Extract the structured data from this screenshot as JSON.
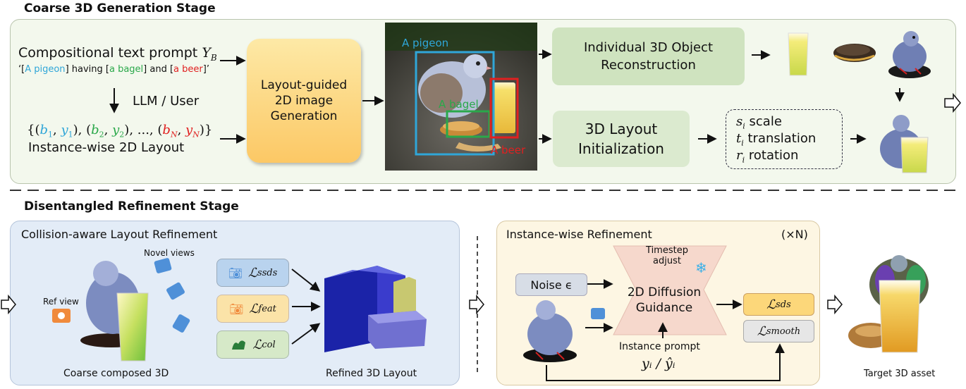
{
  "top_stage": {
    "title": "Coarse 3D Generation Stage",
    "prompt_title": "Compositional text prompt",
    "prompt_var": "Y",
    "prompt_var_sub": "B",
    "prompt_example": {
      "open": "‘[",
      "pigeon": "A pigeon",
      "mid1": "] having [",
      "bagel": "a bagel",
      "mid2": "] and [",
      "beer": "a beer",
      "close": "]’"
    },
    "llm_label": "LLM / User",
    "layout_set": "{(b₁, y₁), (b₂, y₂), ..., (b_N, y_N)}",
    "layout_label": "Instance-wise 2D Layout",
    "generation_box": [
      "Layout-guided",
      "2D image",
      "Generation"
    ],
    "image_labels": {
      "pigeon": "A pigeon",
      "bagel": "A bagel",
      "beer": "A beer"
    },
    "reconstruction_box": [
      "Individual 3D Object",
      "Reconstruction"
    ],
    "layout_init_box": [
      "3D Layout",
      "Initialization"
    ],
    "params": [
      {
        "sym": "s",
        "sub": "i",
        "label": "scale"
      },
      {
        "sym": "t",
        "sub": "i",
        "label": "translation"
      },
      {
        "sym": "r",
        "sub": "i",
        "label": "rotation"
      }
    ]
  },
  "bottom_stage": {
    "title": "Disentangled Refinement Stage",
    "collision": {
      "title": "Collision-aware Layout Refinement",
      "novel_views": "Novel views",
      "ref_view": "Ref view",
      "coarse_caption": "Coarse composed 3D",
      "losses": [
        {
          "sym": "ℒ",
          "sub": "ssds"
        },
        {
          "sym": "ℒ",
          "sub": "feat"
        },
        {
          "sym": "ℒ",
          "sub": "col"
        }
      ],
      "refined_caption": "Refined 3D Layout"
    },
    "instance": {
      "title": "Instance-wise Refinement",
      "times_n": "(×N)",
      "noise": "Noise ϵ",
      "timestep": [
        "Timestep",
        "adjust"
      ],
      "diffusion": [
        "2D Diffusion",
        "Guidance"
      ],
      "instance_prompt": "Instance prompt",
      "prompt_math": "yᵢ / ŷᵢ",
      "loss_sds": {
        "sym": "ℒ",
        "sub": "sds"
      },
      "loss_smooth": {
        "sym": "ℒ",
        "sub": "smooth"
      }
    },
    "target_caption": "Target 3D asset"
  },
  "colors": {
    "panel_top": "#f3f8ed",
    "panel_collision": "#e3ecf7",
    "panel_instance": "#fdf6e3",
    "generation_box": "#fcd77a",
    "green_box": "#cfe3bf",
    "pigeon_text": "#2fa6d8",
    "bagel_text": "#2aa84a",
    "beer_text": "#e02020"
  }
}
